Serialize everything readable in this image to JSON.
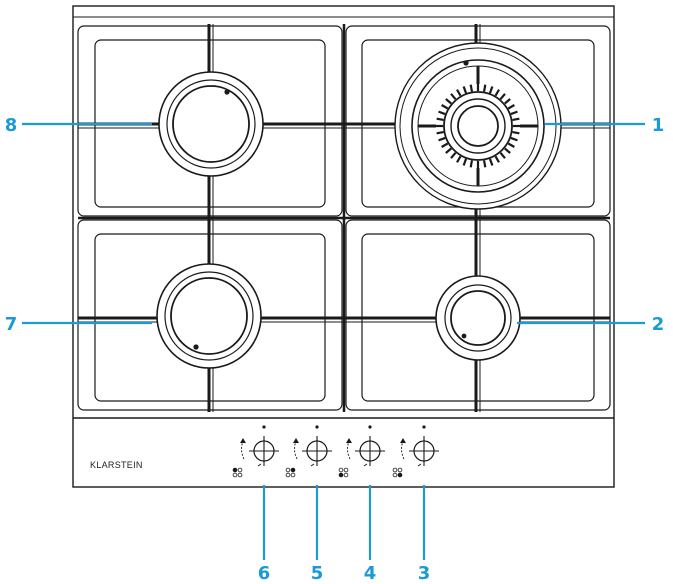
{
  "brand": "KLARSTEIN",
  "accent_color": "#1b9ad6",
  "line_color": "#1a1a1a",
  "callouts": {
    "burner_rear_right": "1",
    "burner_front_right": "2",
    "knob_1": "3",
    "knob_2": "4",
    "knob_3": "5",
    "knob_4": "6",
    "burner_front_left": "7",
    "burner_rear_left": "8"
  },
  "icons": [
    "burner-icon",
    "rotation-arrow-icon",
    "knob-icon"
  ]
}
